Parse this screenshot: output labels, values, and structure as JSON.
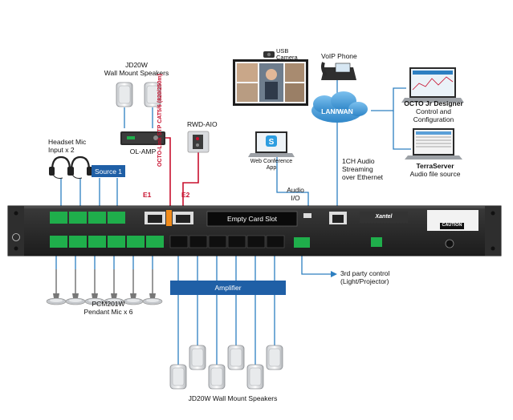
{
  "labels": {
    "jd20w_top_line1": "JD20W",
    "jd20w_top_line2": "Wall Mount Speakers",
    "ol_amp": "OL-AMP",
    "rwd_aio": "RWD-AIO",
    "usb_camera_line1": "USB",
    "usb_camera_line2": "Camera",
    "voip_phone": "VoIP Phone",
    "octo_jr_line1": "OCTO Jr Designer",
    "octo_jr_line2": "Control and",
    "octo_jr_line3": "Configuration",
    "headset_line1": "Headset Mic",
    "headset_line2": "Input x 2",
    "source1": "Source 1",
    "web_conf_line1": "Web Conference",
    "web_conf_line2": "App",
    "lan_wan": "LAN/WAN",
    "streaming_line1": "1CH Audio",
    "streaming_line2": "Streaming",
    "streaming_line3": "over Ethernet",
    "terraserver_line1": "TerraServer",
    "terraserver_line2": "Audio file source",
    "audio_io_line1": "Audio",
    "audio_io_line2": "I/O",
    "octo_link": "OCTO-Link STP CAT5/6 (820/250m)",
    "e1": "E1",
    "e2": "E2",
    "empty_card_slot": "Empty Card Slot",
    "third_party_line1": "3rd party control",
    "third_party_line2": "(Light/Projector)",
    "pcm201w_line1": "PCM201W",
    "pcm201w_line2": "Pendant Mic x 6",
    "amplifier": "Amplifier",
    "jd20w_bottom": "JD20W Wall Mount Speakers",
    "brand": "Xantel",
    "caution": "CAUTION"
  },
  "colors": {
    "terminal_green": "#1fae4b",
    "device_blue": "#1f5fa6",
    "cable_blue": "#2d7fc1",
    "cloud_blue": "#4a9ad6",
    "octo_link_red": "#c8102e",
    "chassis": "#2a2a2a",
    "output_black": "#111111"
  },
  "icons": [
    "headset-icon",
    "wall-speaker-icon",
    "pendant-mic-icon",
    "laptop-icon",
    "monitor-icon",
    "ip-phone-icon",
    "cloud-icon",
    "ethernet-port-icon",
    "terminal-block-icon"
  ]
}
